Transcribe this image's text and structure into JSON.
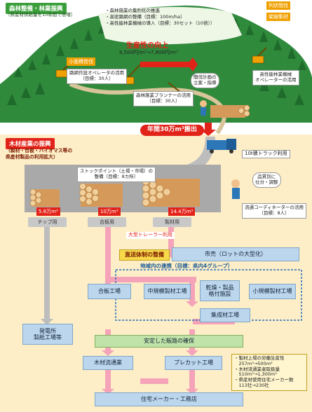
{
  "forest": {
    "title": "森林整備・林業振興",
    "subtitle": "（県産材供給量を10年間で倍増）",
    "bullets": [
      "・森林施業の集約化の推進",
      "・高密路網の整備（目標：100m/ha）",
      "・高性能林業機械の導入（目標：30セット（10倍））"
    ],
    "productivity_title": "生産性の向上",
    "productivity_value": "9,500円/m³→7,800円/m³",
    "left_tag": "小面積皆伐",
    "operator": "路網作設オペレータの活用",
    "operator_goal": "（目標：30人）",
    "plan_title": "間伐計画の",
    "plan_sub": "立案・指導",
    "planner": "森林施業プランナーの活用",
    "planner_goal": "（目標：30人）",
    "right_tag_a": "列状間伐",
    "right_tag_b": "架線集材",
    "machine": "高性能林業機械",
    "machine_sub": "オペレーターの活用",
    "annual": "年間30万m³搬出"
  },
  "industry": {
    "title": "木材産業の振興",
    "subtitle": "（製材・合板・バイオマス等の",
    "subtitle2": "県産材製品の利用拡大）",
    "truck": "10t積トラック利用",
    "stock_point": "ストックポイント（土場・市場）の",
    "stock_point2": "整備（目標：8カ所）",
    "grade_q": "品質別に",
    "grade_q2": "仕分・調整",
    "vol_a": "5.8万m³",
    "vol_b": "10万m³",
    "vol_c": "14.4万m³",
    "use_a": "チップ用",
    "use_b": "合板用",
    "use_c": "製材用",
    "coordinator": "流通コーディネーターの活用",
    "coordinator_goal": "（目標：8人）",
    "trailer": "大型トレーラー利用",
    "delivery": "直送体制の整備",
    "market": "市売（ロットの大型化）",
    "region": "地域内の連携（目標：県内4グループ）",
    "plywood": "合板工場",
    "mid_saw": "中規模製材工場",
    "dry_a": "乾燥・製品",
    "dry_b": "格付施設",
    "small_saw": "小規模製材工場",
    "lam": "集成材工場",
    "stable": "安定した販路の確保",
    "power": "発電所",
    "chip": "製紙工場等",
    "dist": "木材流通業",
    "precut": "プレカット工場",
    "builder": "住宅メーカー・工務店",
    "stats": [
      "・製材上場の労働生産性",
      "　257m³→500m³",
      "・木材流通業者取扱量",
      "　510m³→1,300m³",
      "・県産材使用住宅メーカー数",
      "　113社→230社"
    ]
  }
}
